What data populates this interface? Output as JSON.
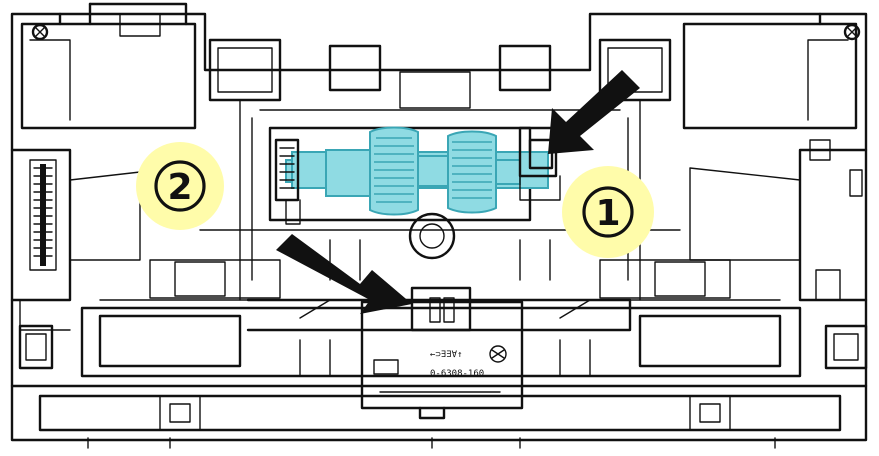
{
  "diagram": {
    "callouts": [
      {
        "id": "1",
        "label": "①"
      },
      {
        "id": "2",
        "label": "②"
      }
    ],
    "part_label": {
      "line1": "←⊃∃∃∀↑",
      "line2": "0-6308-160"
    },
    "colors": {
      "roller": "#8fdbe3",
      "roller_stroke": "#3aa6b5",
      "badge": "#fffcaa",
      "line": "#111111"
    },
    "icons": [
      "arrow-icon",
      "screw-icon",
      "gear-icon"
    ]
  }
}
